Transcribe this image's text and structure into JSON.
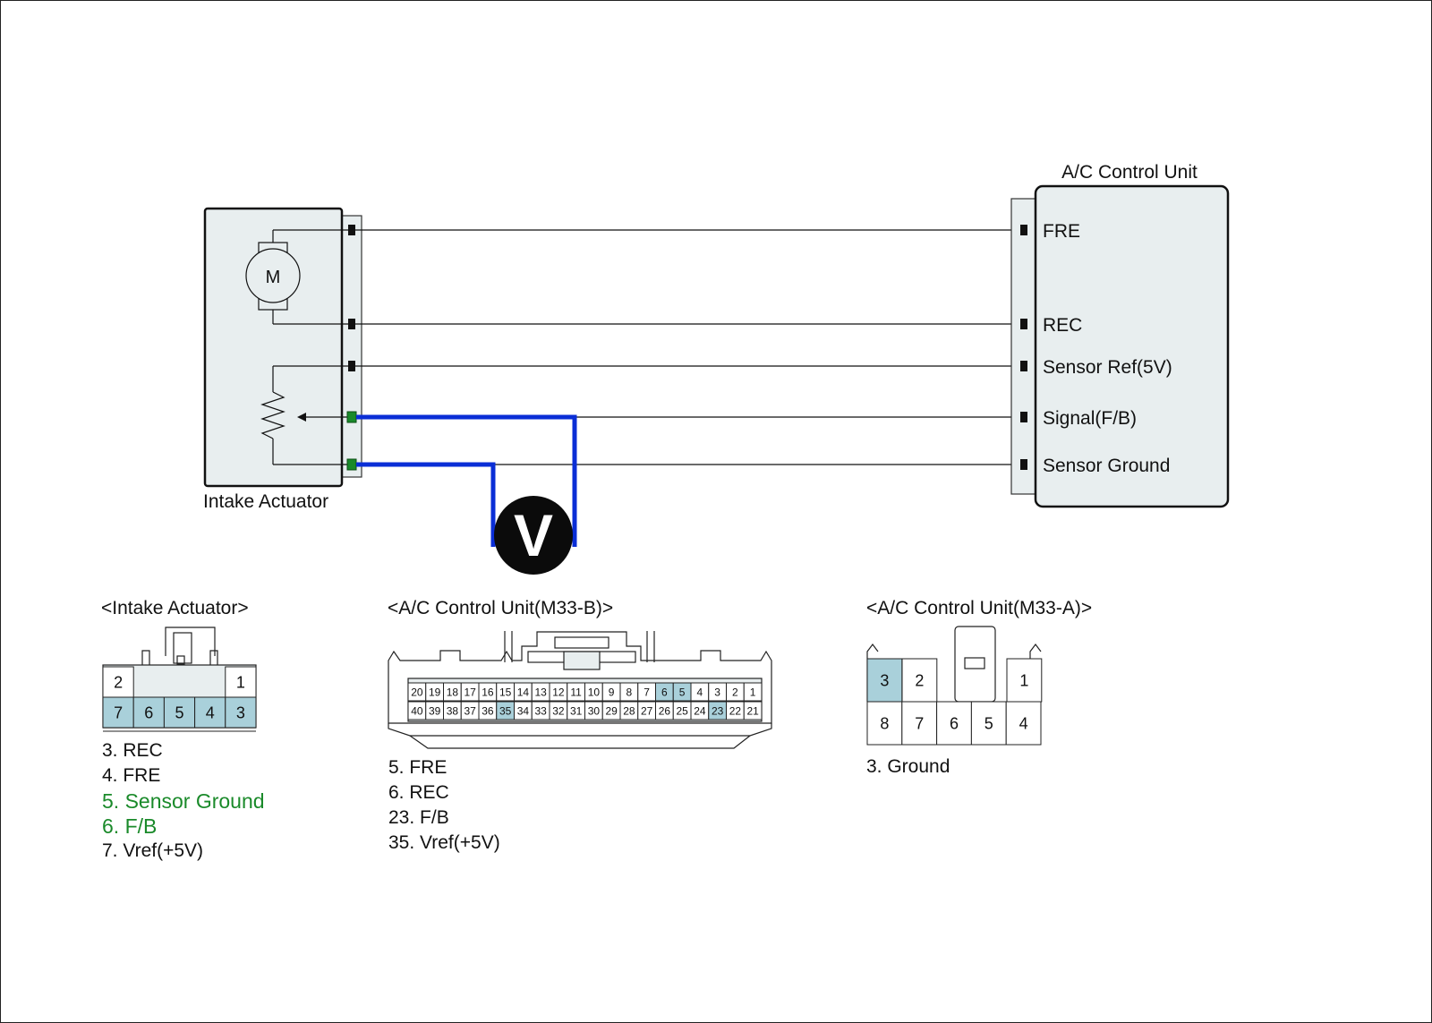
{
  "diagram": {
    "actuator_label": "Intake Actuator",
    "motor_symbol": "M",
    "control_unit_title": "A/C Control Unit",
    "control_unit_pins": [
      "FRE",
      "REC",
      "Sensor Ref(5V)",
      "Signal(F/B)",
      "Sensor Ground"
    ],
    "meter_symbol": "V",
    "probe_color": "#0a2ed6",
    "probed_terminal_color": "#1a8a2a"
  },
  "connectors": {
    "intake": {
      "title": "<Intake Actuator>",
      "top_row": [
        "2",
        "1"
      ],
      "bottom_row": [
        "7",
        "6",
        "5",
        "4",
        "3"
      ],
      "legend": [
        {
          "text": "3. REC",
          "highlight": false
        },
        {
          "text": "4. FRE",
          "highlight": false
        },
        {
          "text": "5. Sensor Ground",
          "highlight": true
        },
        {
          "text": "6. F/B",
          "highlight": true
        },
        {
          "text": "7. Vref(+5V)",
          "highlight": false
        }
      ]
    },
    "m33b": {
      "title": "<A/C Control Unit(M33-B)>",
      "top_row": [
        "20",
        "19",
        "18",
        "17",
        "16",
        "15",
        "14",
        "13",
        "12",
        "11",
        "10",
        "9",
        "8",
        "7",
        "6",
        "5",
        "4",
        "3",
        "2",
        "1"
      ],
      "bottom_row": [
        "40",
        "39",
        "38",
        "37",
        "36",
        "35",
        "34",
        "33",
        "32",
        "31",
        "30",
        "29",
        "28",
        "27",
        "26",
        "25",
        "24",
        "23",
        "22",
        "21"
      ],
      "highlighted": [
        "6",
        "5",
        "35",
        "23"
      ],
      "legend": [
        "5. FRE",
        "6. REC",
        "23. F/B",
        "35. Vref(+5V)"
      ]
    },
    "m33a": {
      "title": "<A/C Control Unit(M33-A)>",
      "top_row": [
        "3",
        "2",
        "1"
      ],
      "bottom_row": [
        "8",
        "7",
        "6",
        "5",
        "4"
      ],
      "highlighted": [
        "3"
      ],
      "legend": [
        "3. Ground"
      ]
    },
    "pin_highlight_color": "#a9d0da",
    "pin_fill_color": "#e8eeef"
  }
}
